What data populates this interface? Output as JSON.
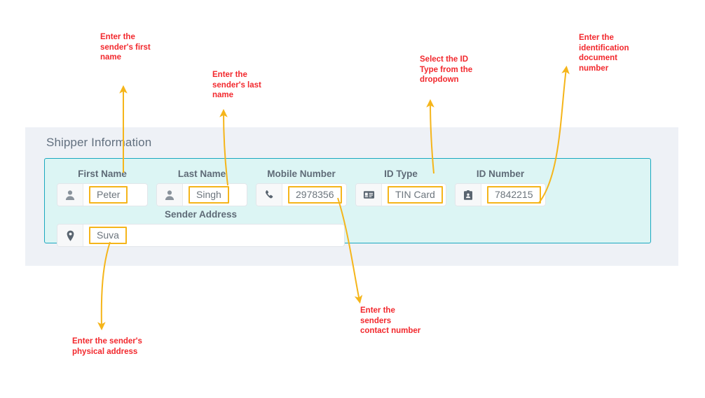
{
  "panel": {
    "title": "Shipper Information"
  },
  "form": {
    "fields": [
      {
        "key": "first_name",
        "label": "First Name",
        "value": "Peter",
        "icon": "person-icon",
        "placeholder": "First Name"
      },
      {
        "key": "last_name",
        "label": "Last Name",
        "value": "Singh",
        "icon": "person-icon",
        "placeholder": "Last Name"
      },
      {
        "key": "mobile_number",
        "label": "Mobile Number",
        "value": "2978356",
        "icon": "phone-icon",
        "placeholder": "Mobile Number"
      },
      {
        "key": "id_type",
        "label": "ID Type",
        "value": "TIN Card",
        "icon": "id-card-icon",
        "placeholder": "ID Type"
      },
      {
        "key": "id_number",
        "label": "ID Number",
        "value": "7842215",
        "icon": "id-badge-icon",
        "placeholder": "ID Number"
      },
      {
        "key": "sender_address",
        "label": "Sender Address",
        "value": "Suva",
        "icon": "location-pin-icon",
        "placeholder": "Sender Address"
      }
    ]
  },
  "annotations": [
    {
      "key": "note-first-name",
      "text": "Enter the\nsender's first\nname"
    },
    {
      "key": "note-last-name",
      "text": "Enter the\nsender's last\nname"
    },
    {
      "key": "note-id-type",
      "text": "Select the ID\nType from the\ndropdown"
    },
    {
      "key": "note-id-number",
      "text": "Enter the\nidentification\ndocument\nnumber"
    },
    {
      "key": "note-address",
      "text": "Enter the sender's\nphysical address"
    },
    {
      "key": "note-mobile",
      "text": "Enter the\nsenders\ncontact number"
    }
  ],
  "colors": {
    "annotation_text": "#f2282d",
    "arrow": "#f5b51a",
    "highlight_border": "#f5b51a",
    "panel_background": "#eef1f6",
    "form_background": "#dcf5f4",
    "form_border": "#19a8bf",
    "label_text": "#5f6b77"
  }
}
